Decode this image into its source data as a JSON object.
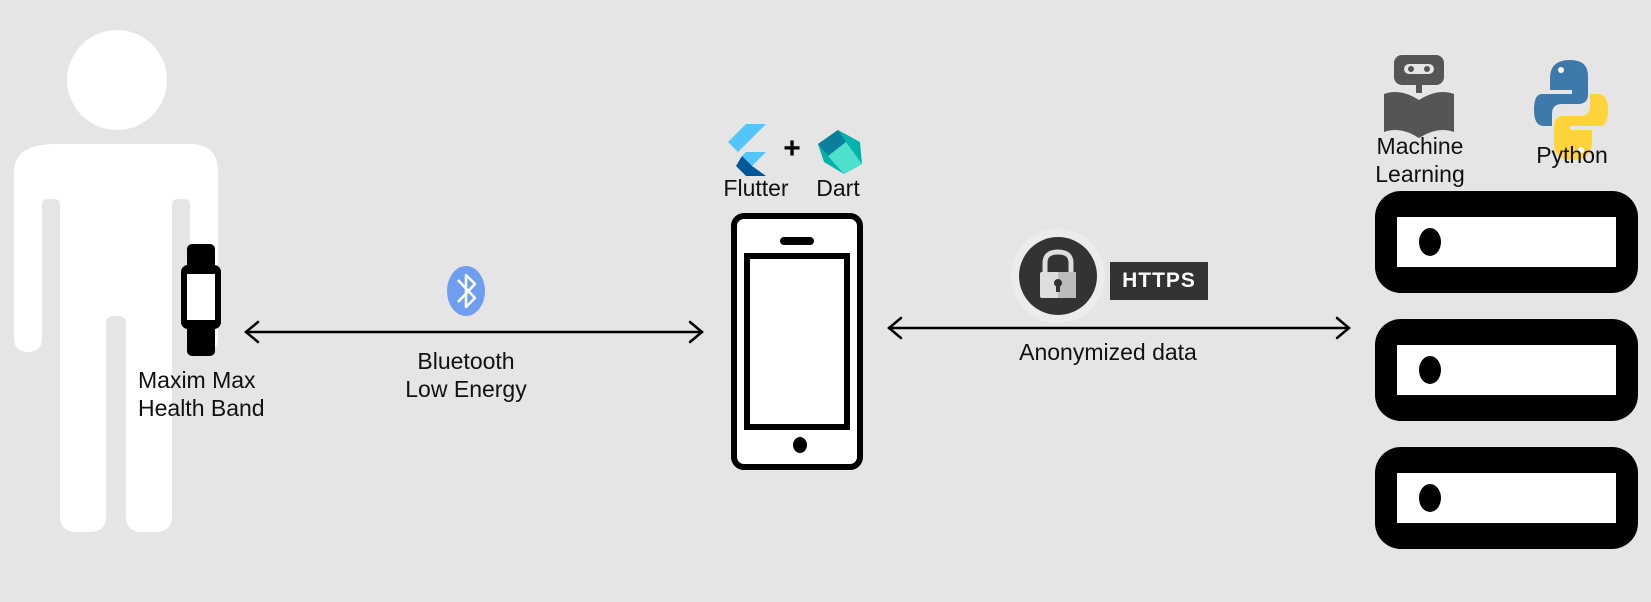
{
  "band": {
    "label_line1": "Maxim Max",
    "label_line2": "Health Band"
  },
  "bluetooth": {
    "label_line1": "Bluetooth",
    "label_line2": "Low Energy"
  },
  "phone": {
    "framework1": "Flutter",
    "plus": "+",
    "framework2": "Dart"
  },
  "transfer": {
    "badge": "HTTPS",
    "label": "Anonymized data"
  },
  "server": {
    "ml_line1": "Machine",
    "ml_line2": "Learning",
    "language": "Python"
  },
  "colors": {
    "background": "#e5e5e5",
    "silhouette": "#ffffff",
    "bluetooth": "#6f9ef0",
    "flutter_light": "#54c5f8",
    "flutter_dark": "#01579b",
    "dart_teal": "#00b4ab",
    "python_blue": "#3e79ac",
    "python_yellow": "#ffd43b"
  }
}
